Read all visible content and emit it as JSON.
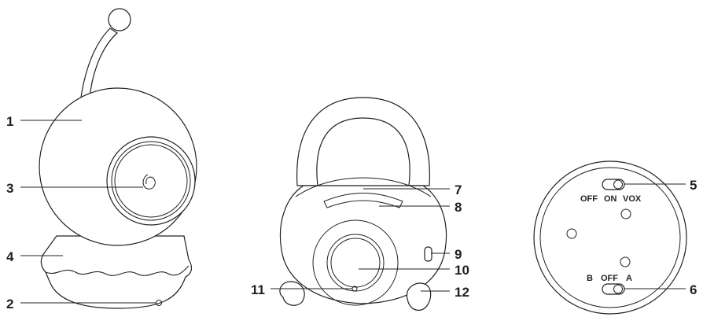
{
  "callouts": [
    "1",
    "2",
    "3",
    "4",
    "5",
    "6",
    "7",
    "8",
    "9",
    "10",
    "11",
    "12"
  ],
  "switches": {
    "top": {
      "off": "OFF",
      "on": "ON",
      "vox": "VOX"
    },
    "bottom": {
      "b": "B",
      "off": "OFF",
      "a": "A"
    }
  }
}
